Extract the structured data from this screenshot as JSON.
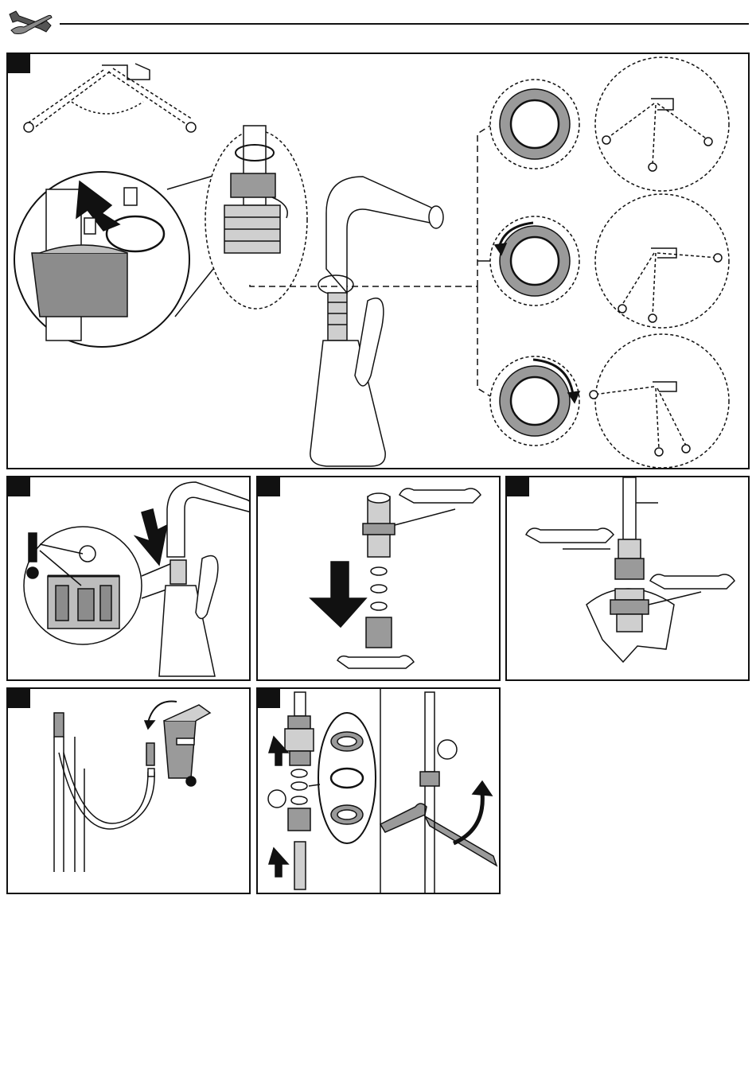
{
  "document": {
    "type": "installation-instructions",
    "section_icon": "wrench-screwdriver-icon",
    "steps": [
      {
        "id": "step-1",
        "content": "mounting-angle-adjustment",
        "sub_views": [
          "hose-angle-top",
          "retaining-clip-detail",
          "cartridge-detail",
          "ring-position-1",
          "ring-position-2",
          "ring-position-3"
        ]
      },
      {
        "id": "step-2",
        "content": "insert-hose-into-spout",
        "labels": [
          "!"
        ]
      },
      {
        "id": "step-3",
        "content": "connector-assembly-with-wrench"
      },
      {
        "id": "step-4",
        "content": "tighten-connector-two-wrenches"
      },
      {
        "id": "step-5",
        "content": "remove-end-cap-dispose"
      },
      {
        "id": "step-6",
        "content": "assemble-seals-and-tighten"
      }
    ],
    "colors": {
      "line": "#111111",
      "fill_grey": "#9a9a9a",
      "fill_light": "#d9d9d9",
      "paper": "#ffffff"
    }
  }
}
